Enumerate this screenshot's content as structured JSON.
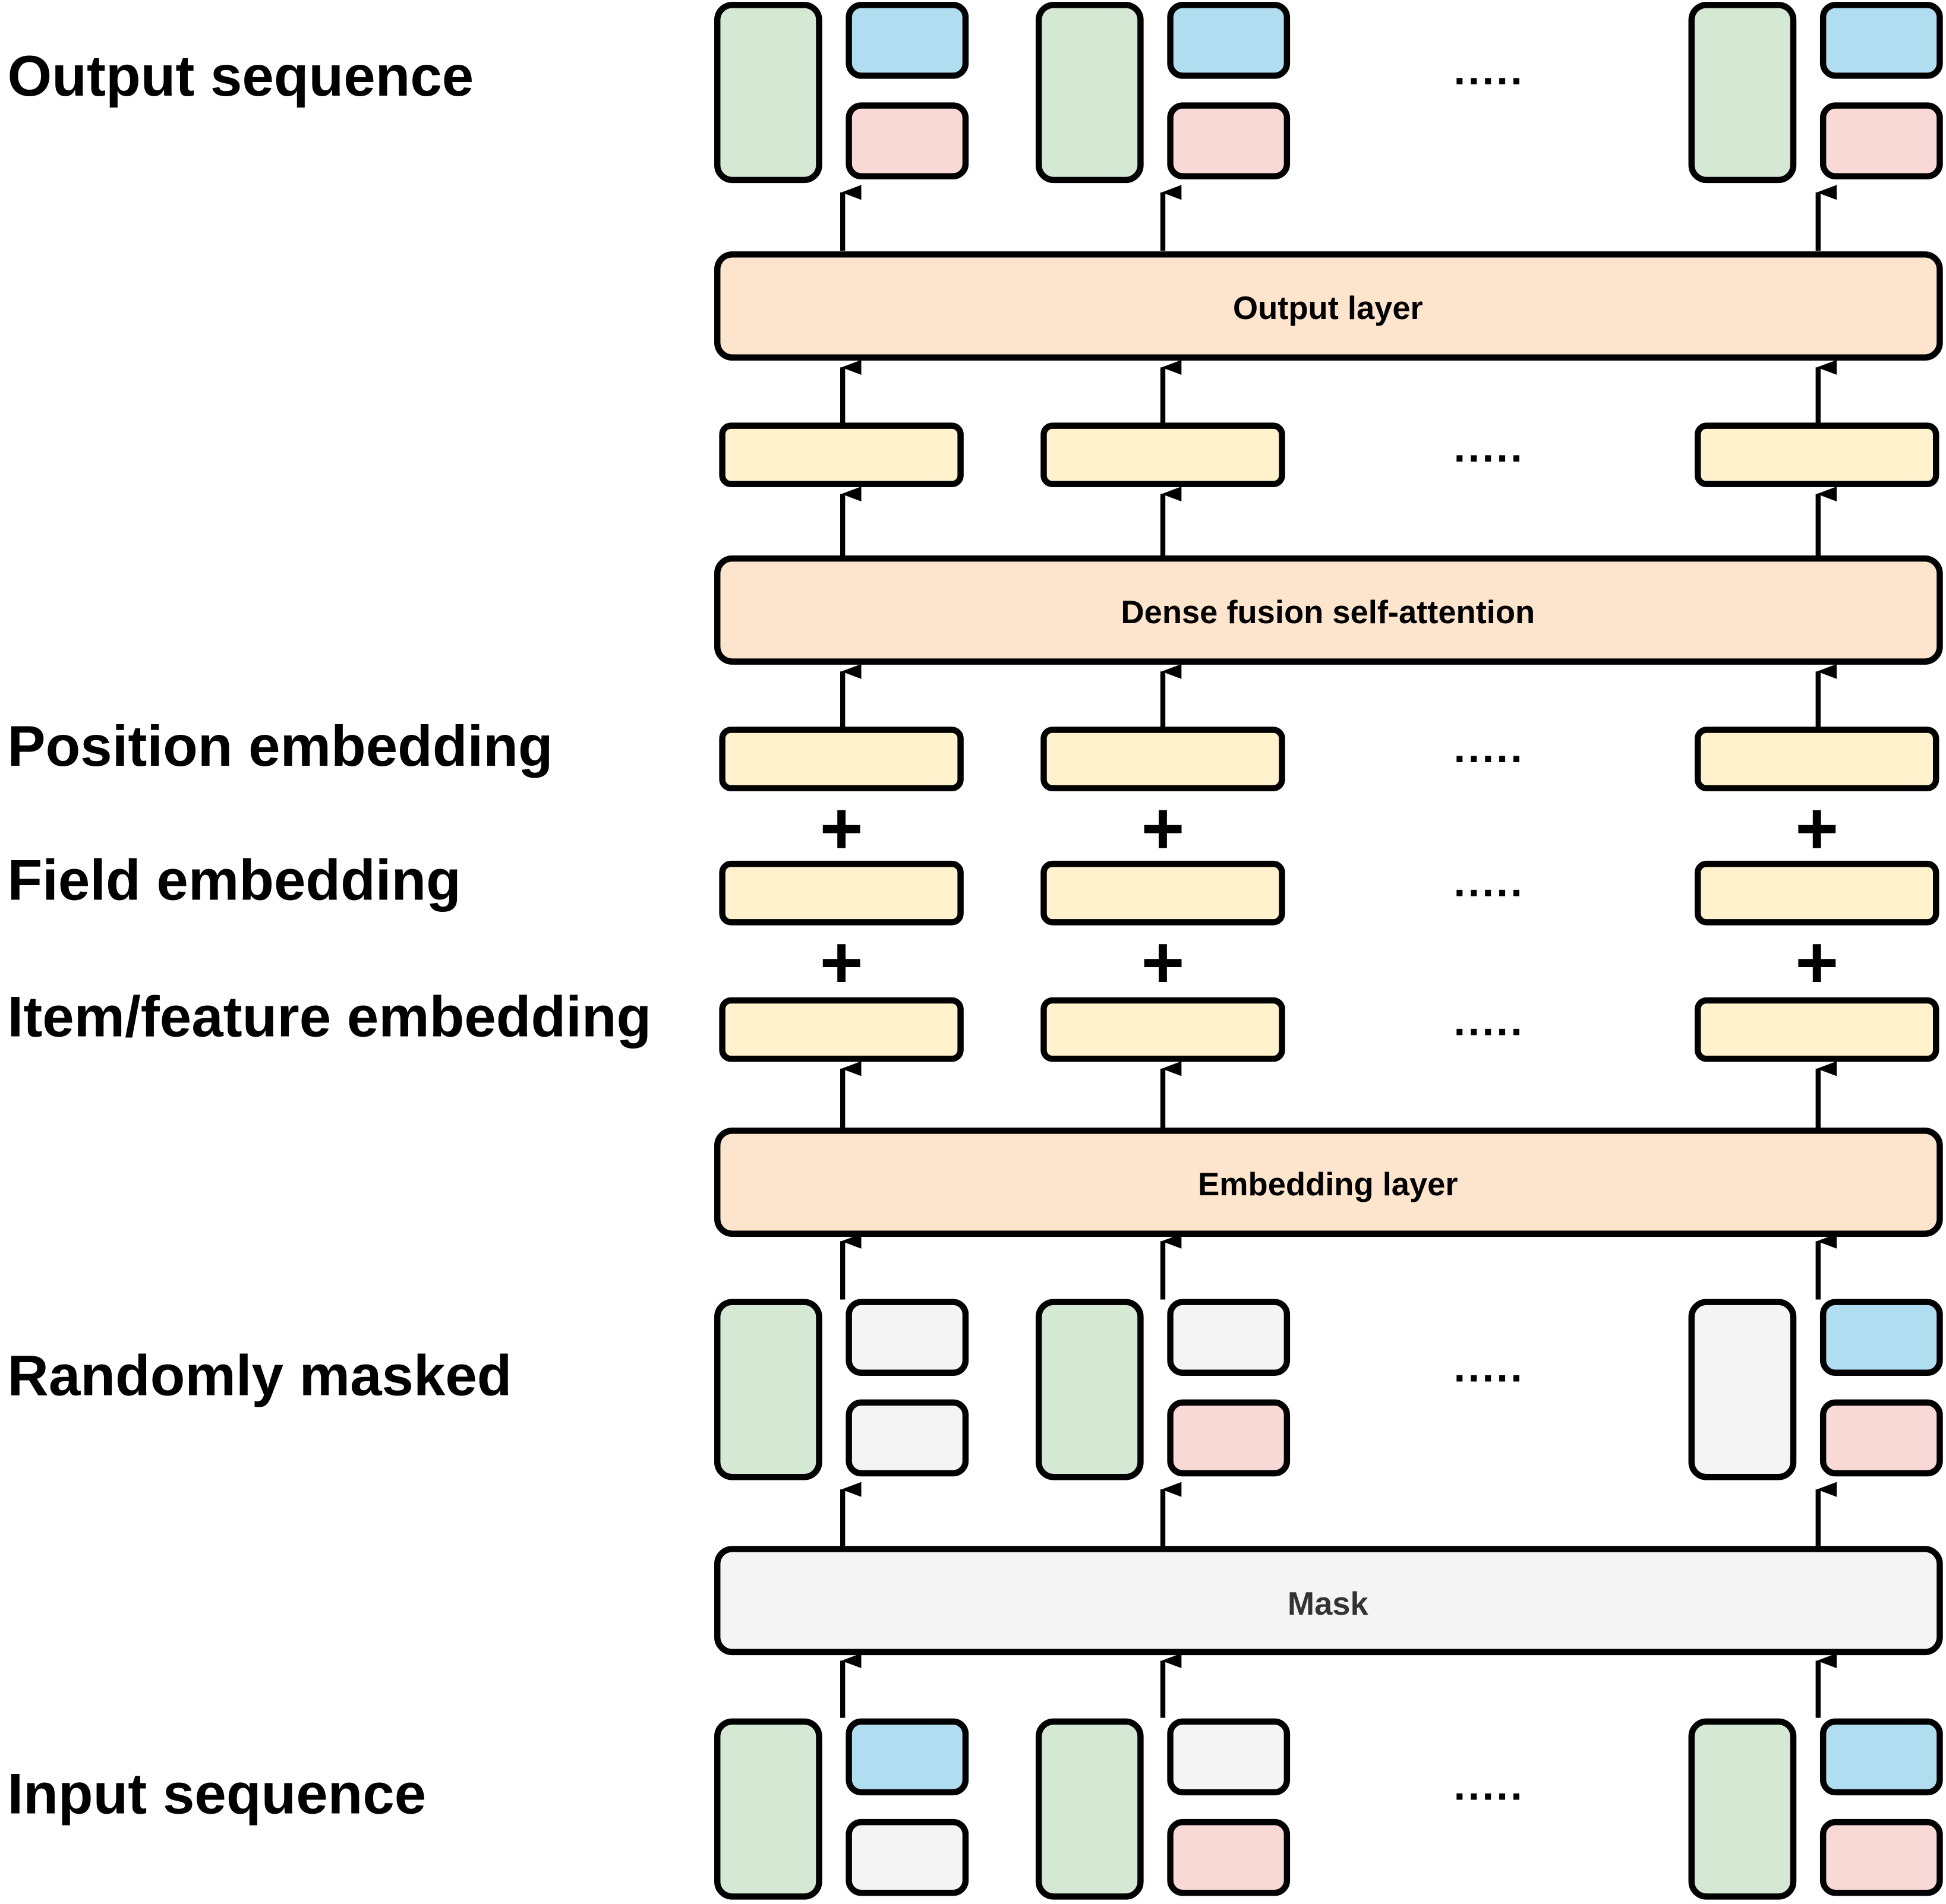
{
  "row_labels": {
    "output_sequence": "Output sequence",
    "position_embedding": "Position embedding",
    "field_embedding": "Field embedding",
    "item_feature_embedding": "Item/feature embedding",
    "randomly_masked": "Randomly masked",
    "input_sequence": "Input sequence"
  },
  "layers": {
    "output": "Output layer",
    "fusion": "Dense fusion self-attention",
    "embedding": "Embedding layer",
    "mask": "Mask"
  },
  "ellipsis": ".....",
  "plus": "+",
  "colors": {
    "stroke": "#000000",
    "layer_fill": "#fde4cc",
    "mask_fill": "#f4f4f4",
    "embedding_fill": "#fff2cd",
    "item_green": "#d5e8d4",
    "feature_blue": "#b1ddf0",
    "feature_pink": "#f9d9d6",
    "masked_gray": "#f4f4f4",
    "mask_text": "#333333"
  },
  "token_groups": {
    "output_sequence": [
      {
        "item": "green",
        "feature_top": "blue",
        "feature_bottom": "pink"
      },
      {
        "item": "green",
        "feature_top": "blue",
        "feature_bottom": "pink"
      },
      {
        "item": "green",
        "feature_top": "blue",
        "feature_bottom": "pink"
      }
    ],
    "randomly_masked": [
      {
        "item": "green",
        "feature_top": "gray",
        "feature_bottom": "gray"
      },
      {
        "item": "green",
        "feature_top": "gray",
        "feature_bottom": "pink"
      },
      {
        "item": "gray",
        "feature_top": "blue",
        "feature_bottom": "pink"
      }
    ],
    "input_sequence": [
      {
        "item": "green",
        "feature_top": "blue",
        "feature_bottom": "gray"
      },
      {
        "item": "green",
        "feature_top": "gray",
        "feature_bottom": "pink"
      },
      {
        "item": "green",
        "feature_top": "blue",
        "feature_bottom": "pink"
      }
    ]
  }
}
